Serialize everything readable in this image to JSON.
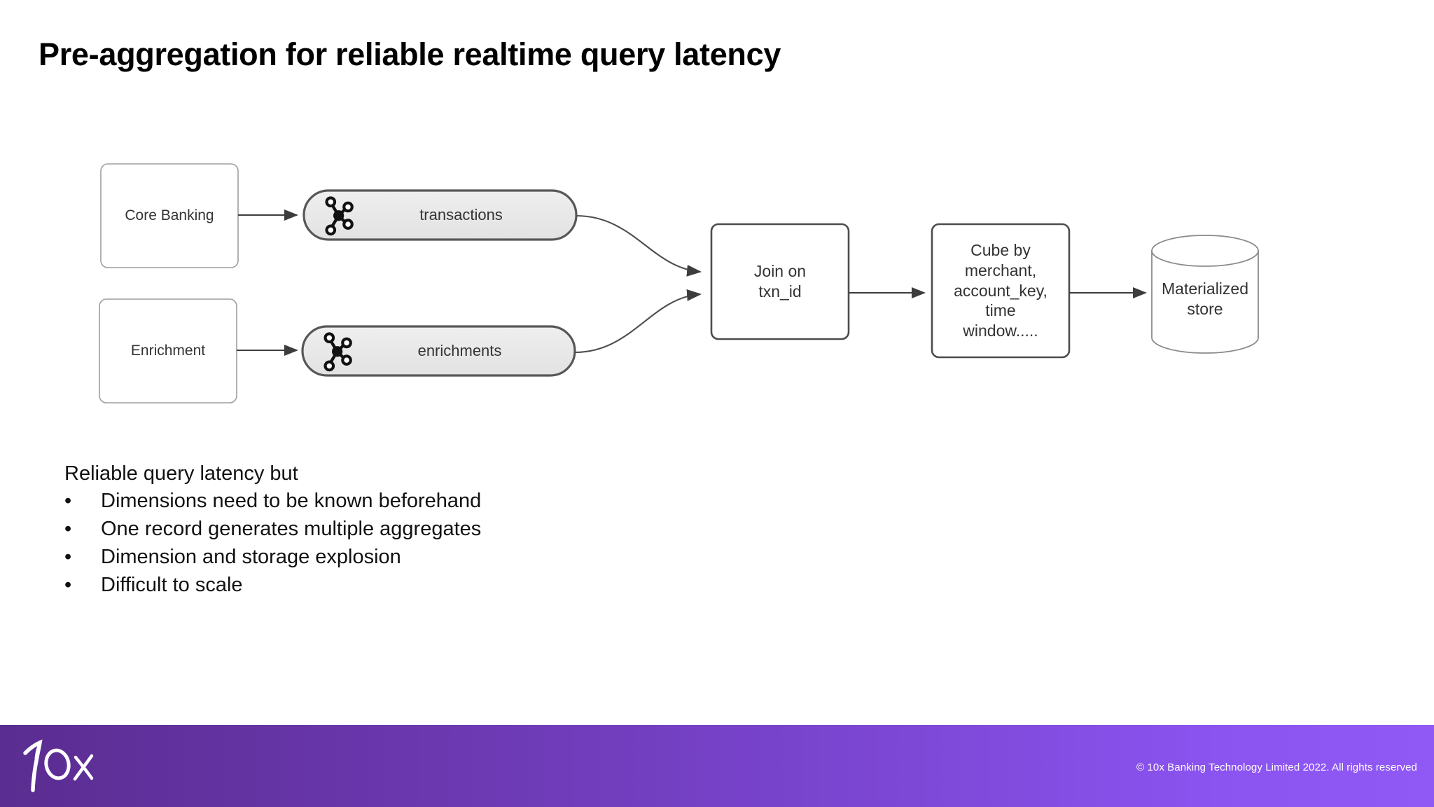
{
  "slide": {
    "title": "Pre-aggregation for reliable realtime query latency"
  },
  "diagram": {
    "nodes": {
      "core_banking": "Core Banking",
      "enrichment": "Enrichment",
      "transactions_topic": "transactions",
      "enrichments_topic": "enrichments",
      "join": "Join on\ntxn_id",
      "join_line1": "Join on",
      "join_line2": "txn_id",
      "cube_line1": "Cube by",
      "cube_line2": "merchant,",
      "cube_line3": "account_key,",
      "cube_line4": "time",
      "cube_line5": "window.....",
      "store_line1": "Materialized",
      "store_line2": "store"
    },
    "icons": {
      "kafka": "kafka-icon"
    },
    "colors": {
      "source_stroke": "#9e9e9e",
      "pill_stroke": "#4d4d4d",
      "pill_fill": "#eaeaea",
      "process_stroke": "#4d4d4d",
      "store_stroke": "#8a8a8a",
      "connector": "#4d4d4d",
      "node_text": "#333333"
    }
  },
  "notes": {
    "intro": "Reliable query latency but",
    "bullet_marker": "•",
    "items": [
      "Dimensions need to be known beforehand",
      "One record generates multiple aggregates",
      "Dimension and storage explosion",
      "Difficult to scale"
    ]
  },
  "footer": {
    "logo_text": "10x",
    "copyright": "© 10x Banking Technology Limited 2022. All rights reserved",
    "gradient_from": "#5a2d91",
    "gradient_to": "#9059f5"
  }
}
